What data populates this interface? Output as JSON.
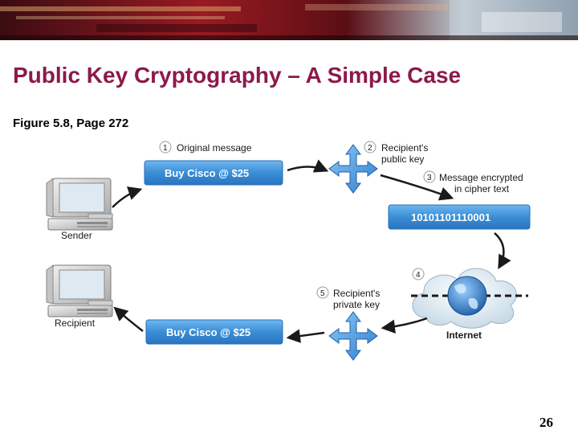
{
  "slide": {
    "title": "Public Key Cryptography – A Simple Case",
    "subtitle": "Figure 5.8, Page 272",
    "page_number": "26"
  },
  "diagram": {
    "sender_label": "Sender",
    "recipient_label": "Recipient",
    "message_top": "Buy Cisco @ $25",
    "message_bottom": "Buy Cisco @ $25",
    "cipher_text": "10101101110001",
    "internet_label": "Internet",
    "steps": [
      {
        "number": "1",
        "lines": [
          "Original message"
        ]
      },
      {
        "number": "2",
        "lines": [
          "Recipient's",
          "public key"
        ]
      },
      {
        "number": "3",
        "lines": [
          "Message encrypted",
          "in cipher text"
        ]
      },
      {
        "number": "4",
        "lines": []
      },
      {
        "number": "5",
        "lines": [
          "Recipient's",
          "private key"
        ]
      }
    ]
  },
  "colors": {
    "title": "#8b1a4a",
    "bar": "#3a8ed6",
    "key": "#4a9be0"
  }
}
